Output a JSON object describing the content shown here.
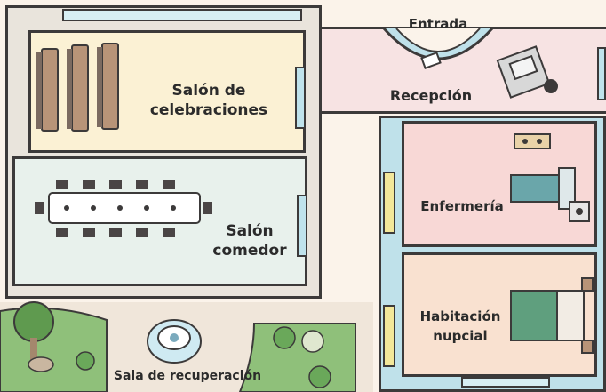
{
  "rooms": {
    "salon_celebraciones": "Salón de\ncelebraciones",
    "salon_comedor": "Salón\ncomedor",
    "entrada": "Entrada",
    "recepcion": "Recepción",
    "enfermeria": "Enfermería",
    "habitacion_nupcial": "Habitación\nnupcial",
    "sala_recuperacion": "Sala de recuperación"
  },
  "colors": {
    "wall": "#3c3a3a",
    "celebraciones_floor": "#fbf1d4",
    "comedor_floor": "#e8f1ec",
    "lobby_floor": "#f7e3e3",
    "enfermeria_floor": "#f8d8d6",
    "habitacion_floor": "#f9e1d0",
    "outer_wall_blue": "#bfe1ea",
    "garden_green": "#7fb36a"
  },
  "icons": [
    "bench-icon",
    "dining-table-icon",
    "chair-icon",
    "reception-desk-icon",
    "hospital-bed-icon",
    "sink-icon",
    "double-bed-icon",
    "fountain-icon",
    "tree-icon",
    "bush-icon",
    "door-icon",
    "window-icon"
  ]
}
